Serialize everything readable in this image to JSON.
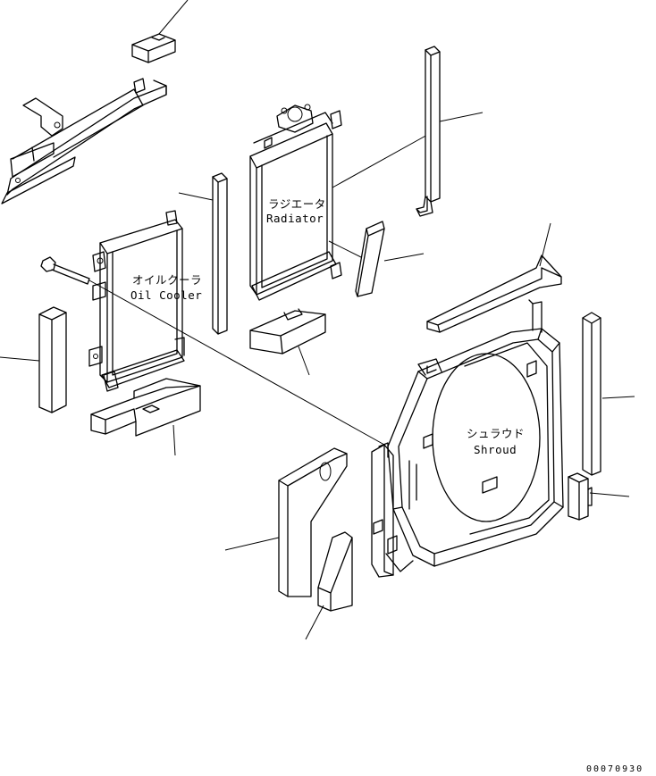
{
  "labels": {
    "radiator_jp": "ラジエータ",
    "radiator_en": "Radiator",
    "oil_cooler_jp": "オイルクーラ",
    "oil_cooler_en": "Oil Cooler",
    "shroud_jp": "シュラウド",
    "shroud_en": "Shroud"
  },
  "drawing_code": "00070930"
}
